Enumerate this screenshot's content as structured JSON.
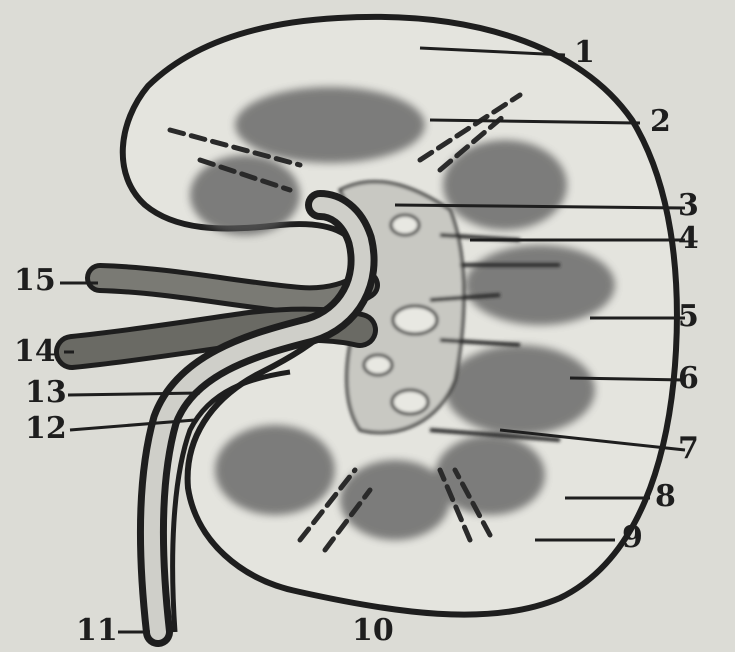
{
  "figure": {
    "labels": [
      "1",
      "2",
      "3",
      "4",
      "5",
      "6",
      "7",
      "8",
      "9",
      "10",
      "11",
      "12",
      "13",
      "14",
      "15"
    ]
  },
  "colors": {
    "paper": "#dcdcd6",
    "cortex": "#e4e4de",
    "ink": "#1e1e1e",
    "pyramid": "#555555",
    "ureter": "#333333",
    "vessel": "#555555"
  }
}
